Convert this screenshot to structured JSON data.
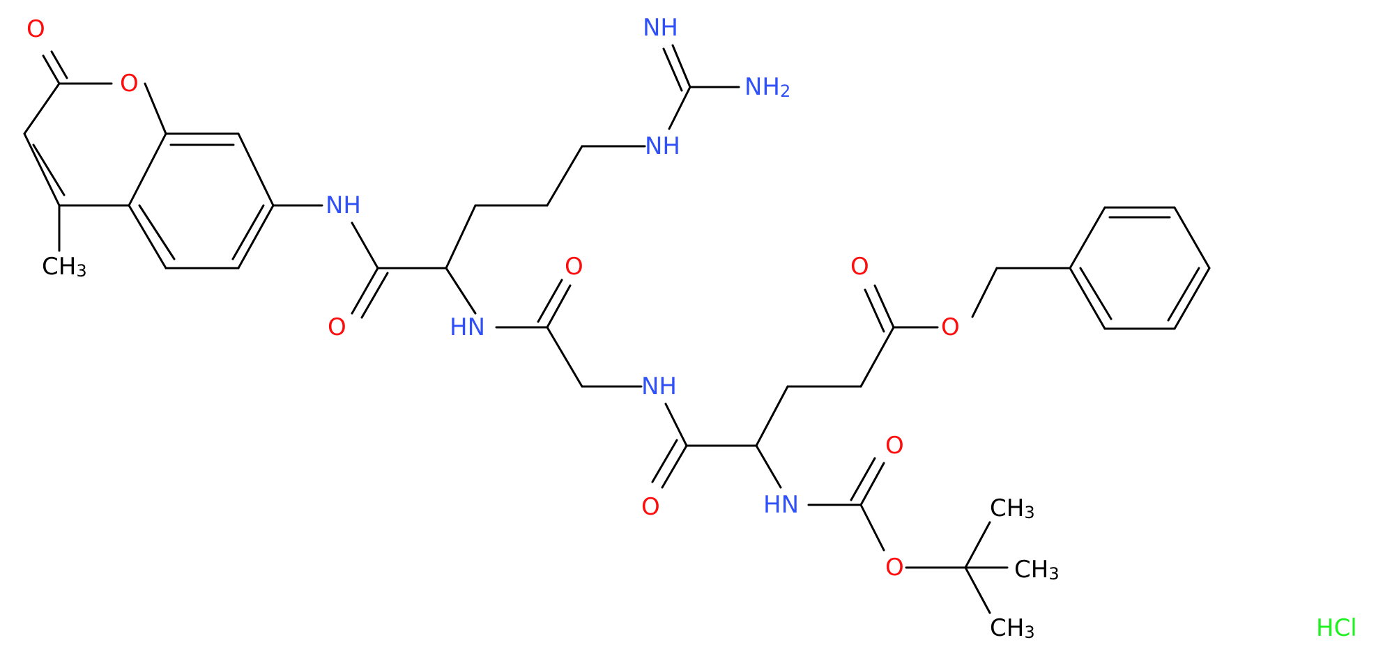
{
  "colors": {
    "O": "#ff0d0d",
    "N": "#3050f8",
    "C": "#000000",
    "Cl": "#1ff01f"
  },
  "atoms": {
    "O_lactone_carbonyl": "O",
    "O_lactone_ring": "O",
    "CH3_coumarin": "CH3",
    "NH_anilide": "NH",
    "O_arg_carbonyl": "O",
    "NH_gly_arg": "HN",
    "O_gly_carbonyl": "O",
    "NH_guanidine_imine": "NH",
    "NH2_guanidine": "NH2",
    "NH_guanidine": "NH",
    "NH_glu_gly": "NH",
    "O_glu_amide": "O",
    "HN_boc": "HN",
    "O_boc_carbonyl": "O",
    "O_boc_ester": "O",
    "CH3_tbu_1": "CH3",
    "CH3_tbu_2": "CH3",
    "CH3_tbu_3": "CH3",
    "O_ester_carbonyl": "O",
    "O_ester_link": "O",
    "HCl": "HCl"
  }
}
